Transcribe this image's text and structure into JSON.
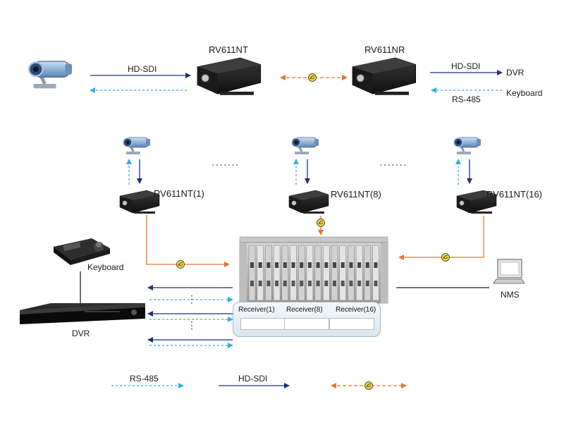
{
  "top": {
    "transmitter_label": "RV611NT",
    "receiver_label": "RV611NR",
    "hd_sdi_left": "HD-SDI",
    "hd_sdi_right": "HD-SDI",
    "dvr_label": "DVR",
    "keyboard_label": "Keyboard",
    "rs485_label": "RS-485"
  },
  "middle": {
    "transmitters": [
      {
        "label": "RV611NT(1)"
      },
      {
        "label": "RV611NT(8)"
      },
      {
        "label": "RV611NT(16)"
      }
    ],
    "ellipsis": "·······"
  },
  "bottom": {
    "keyboard_label": "Keyboard",
    "dvr_label": "DVR",
    "nms_label": "NMS",
    "receivers": [
      "Receiver(1)",
      "Receiver(8)",
      "Receiver(16)"
    ],
    "vertical_ellipsis": "⋮"
  },
  "legend": {
    "rs485": "RS-485",
    "hd_sdi": "HD-SDI"
  },
  "colors": {
    "hd_sdi_line": "#1f2f7a",
    "rs485_line": "#33aee0",
    "fiber_line": "#e8742a",
    "fiber_badge": "#f2d23a"
  },
  "icons": [
    "camera-icon",
    "transmitter-icon",
    "receiver-icon",
    "fiber-optic-icon",
    "dvr-icon",
    "keyboard-icon",
    "nms-monitor-icon",
    "rack-chassis-icon"
  ]
}
